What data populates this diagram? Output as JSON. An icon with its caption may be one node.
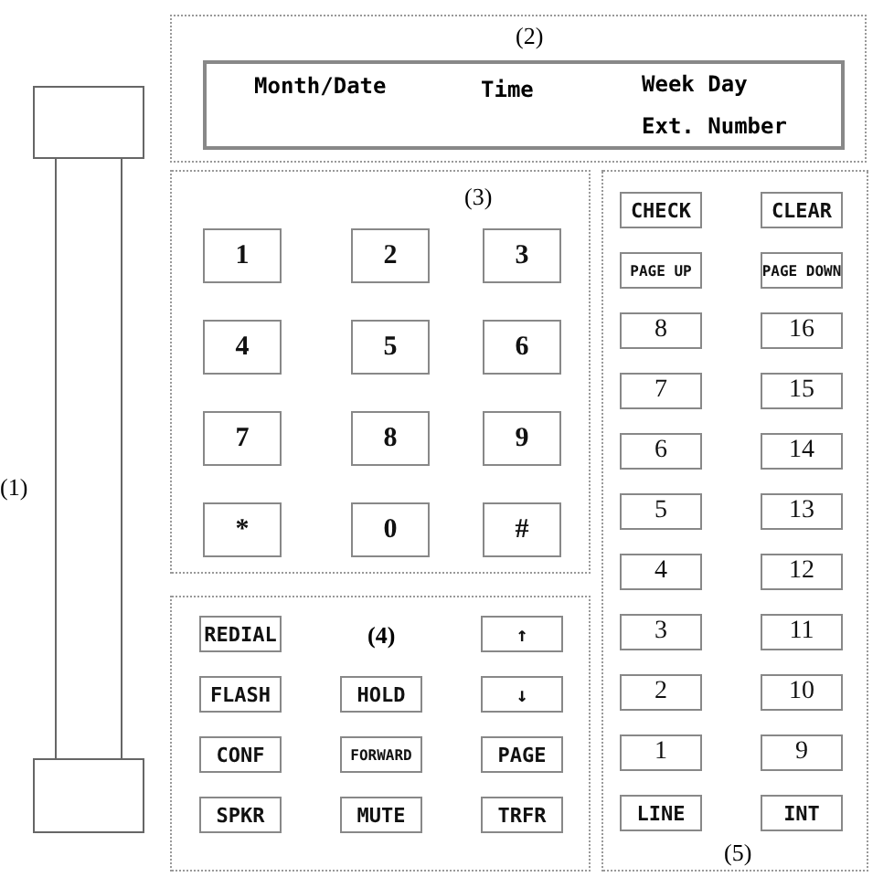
{
  "diagram": {
    "nodes": [
      {
        "text": [
          "(1)"
        ]
      },
      {
        "text": [
          "(2)"
        ]
      },
      {
        "text": [
          "Month/Date",
          "Time",
          "Week Day",
          "Ext. Number"
        ],
        "in": 1
      },
      {
        "text": [
          "(3)"
        ]
      },
      {
        "text": [
          "1"
        ],
        "in": 3
      },
      {
        "text": [
          "2"
        ],
        "in": 3
      },
      {
        "text": [
          "3"
        ],
        "in": 3
      },
      {
        "text": [
          "4"
        ],
        "in": 3
      },
      {
        "text": [
          "5"
        ],
        "in": 3
      },
      {
        "text": [
          "6"
        ],
        "in": 3
      },
      {
        "text": [
          "7"
        ],
        "in": 3
      },
      {
        "text": [
          "8"
        ],
        "in": 3
      },
      {
        "text": [
          "9"
        ],
        "in": 3
      },
      {
        "text": [
          "*"
        ],
        "in": 3
      },
      {
        "text": [
          "0"
        ],
        "in": 3
      },
      {
        "text": [
          "#"
        ],
        "in": 3
      },
      {
        "text": [
          "(4)"
        ]
      },
      {
        "text": [
          "REDIAL"
        ],
        "in": 16
      },
      {
        "text": [
          "↑"
        ],
        "in": 16
      },
      {
        "text": [
          "FLASH"
        ],
        "in": 16
      },
      {
        "text": [
          "HOLD"
        ],
        "in": 16
      },
      {
        "text": [
          "↓"
        ],
        "in": 16
      },
      {
        "text": [
          "CONF"
        ],
        "in": 16
      },
      {
        "text": [
          "FORWARD"
        ],
        "in": 16
      },
      {
        "text": [
          "PAGE"
        ],
        "in": 16
      },
      {
        "text": [
          "SPKR"
        ],
        "in": 16
      },
      {
        "text": [
          "MUTE"
        ],
        "in": 16
      },
      {
        "text": [
          "TRFR"
        ],
        "in": 16
      },
      {
        "text": [
          "(5)"
        ]
      },
      {
        "text": [
          "CHECK"
        ],
        "in": 28
      },
      {
        "text": [
          "CLEAR"
        ],
        "in": 28
      },
      {
        "text": [
          "PAGE UP"
        ],
        "in": 28
      },
      {
        "text": [
          "PAGE DOWN"
        ],
        "in": 28
      },
      {
        "text": [
          "8"
        ],
        "in": 28
      },
      {
        "text": [
          "16"
        ],
        "in": 28
      },
      {
        "text": [
          "7"
        ],
        "in": 28
      },
      {
        "text": [
          "15"
        ],
        "in": 28
      },
      {
        "text": [
          "6"
        ],
        "in": 28
      },
      {
        "text": [
          "14"
        ],
        "in": 28
      },
      {
        "text": [
          "5"
        ],
        "in": 28
      },
      {
        "text": [
          "13"
        ],
        "in": 28
      },
      {
        "text": [
          "4"
        ],
        "in": 28
      },
      {
        "text": [
          "12"
        ],
        "in": 28
      },
      {
        "text": [
          "3"
        ],
        "in": 28
      },
      {
        "text": [
          "11"
        ],
        "in": 28
      },
      {
        "text": [
          "2"
        ],
        "in": 28
      },
      {
        "text": [
          "10"
        ],
        "in": 28
      },
      {
        "text": [
          "1"
        ],
        "in": 28
      },
      {
        "text": [
          "9"
        ],
        "in": 28
      },
      {
        "text": [
          "LINE"
        ],
        "in": 28
      },
      {
        "text": [
          "INT"
        ],
        "in": 28
      }
    ]
  }
}
